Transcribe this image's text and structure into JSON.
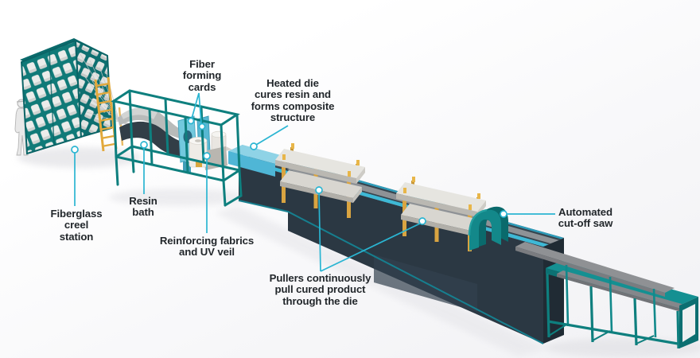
{
  "diagram": {
    "labels": {
      "creel": "Fiberglass\ncreel\nstation",
      "resin_bath": "Resin\nbath",
      "fiber_cards": "Fiber\nforming\ncards",
      "heated_die": "Heated die\ncures resin and\nforms composite\nstructure",
      "reinforcing": "Reinforcing fabrics\nand UV veil",
      "pullers": "Pullers continuously\npull cured product\nthrough the die",
      "saw": "Automated\ncut-off saw"
    },
    "colors": {
      "leader_accent": "#2ab5d2",
      "structure_teal": "#0e7f7e",
      "machine_bed_dark": "#2b3843",
      "heated_die_blue": "#4fb6d6",
      "puller_leg_gold": "#d9a441",
      "product_gray": "#8e9296",
      "label_text": "#22272b",
      "background": "#f7f7f9"
    }
  }
}
